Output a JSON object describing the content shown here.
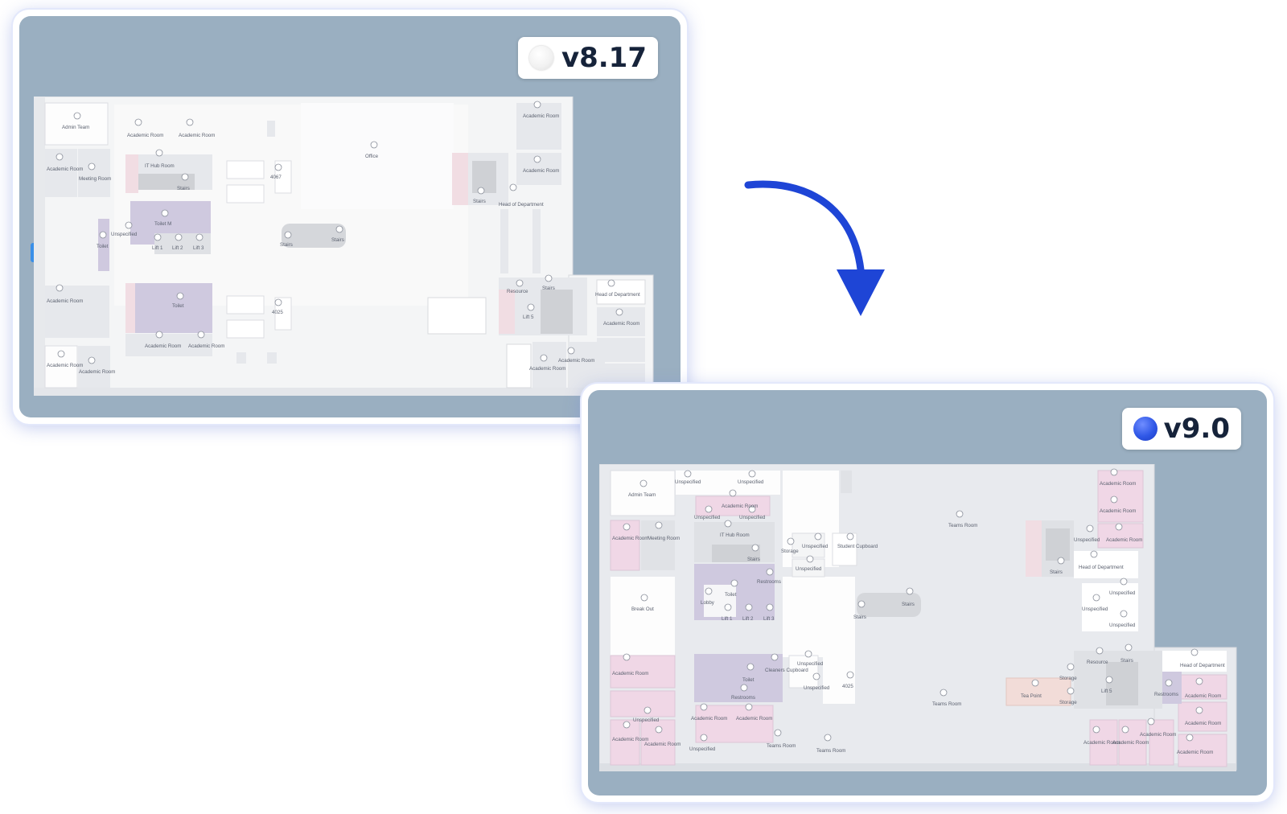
{
  "versions": {
    "old": {
      "label": "v8.17"
    },
    "new": {
      "label": "v9.0"
    }
  },
  "colors": {
    "background_slate": "#9aafc1",
    "arrow_blue": "#1e45d6",
    "old_indicator": "#f1f1f1",
    "new_indicator": "#2f57e6"
  },
  "icons": {
    "collapse": "chevron-left-icon",
    "transition": "curved-arrow-down-icon"
  },
  "old_map_labels": {
    "admin_team": "Admin Team",
    "academic_room": "Academic Room",
    "it_hub_room": "IT Hub Room",
    "meeting_room": "Meeting Room",
    "stairs": "Stairs",
    "office": "Office",
    "room_4067": "4067",
    "room_4025": "4025",
    "head_of_department": "Head of Department",
    "unspecified": "Unspecified",
    "toilet": "Toilet",
    "toilet_m": "Toilet M",
    "lift_1": "Lift 1",
    "lift_2": "Lift 2",
    "lift_3": "Lift 3",
    "lift_5": "Lift 5",
    "resource": "Resource"
  },
  "new_map_labels": {
    "admin_team": "Admin Team",
    "unspecified": "Unspecified",
    "academic_room": "Academic Room",
    "it_hub_room": "IT Hub Room",
    "meeting_room": "Meeting Room",
    "stairs": "Stairs",
    "storage": "Storage",
    "student_cupboard": "Student Cupboard",
    "teams_room": "Teams Room",
    "head_of_department": "Head of Department",
    "restrooms": "Restrooms",
    "break_out": "Break Out",
    "lobby": "Lobby",
    "toilet": "Toilet",
    "lift_1": "Lift 1",
    "lift_2": "Lift 2",
    "lift_3": "Lift 3",
    "lift_5": "Lift 5",
    "cleaners_cupboard": "Cleaners Cupboard",
    "room_4025": "4025",
    "resource": "Resource",
    "tea_point": "Tea Point"
  }
}
